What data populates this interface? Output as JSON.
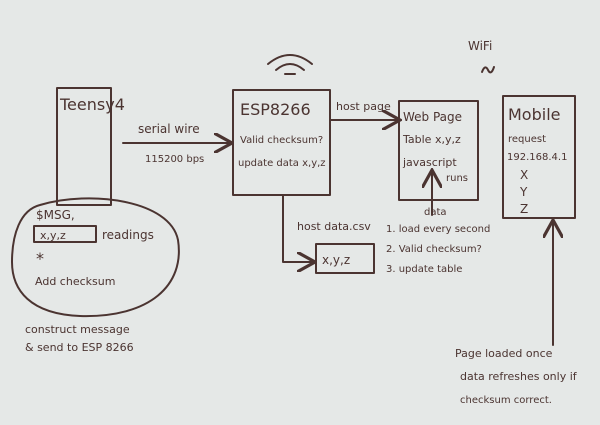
{
  "teensy": {
    "label": "Teensy4"
  },
  "serial": {
    "label": "serial wire",
    "baud": "115200 bps"
  },
  "esp": {
    "title": "ESP8266",
    "line1": "Valid checksum?",
    "line2": "update data x,y,z"
  },
  "host_page": {
    "label": "host page"
  },
  "webpage": {
    "title": "Web Page",
    "line1": "Table x,y,z",
    "line2": "javascript",
    "line3": "runs"
  },
  "wifi": {
    "label": "WiFi"
  },
  "mobile": {
    "title": "Mobile",
    "line1": "request",
    "line2": "192.168.4.1",
    "x": "X",
    "y": "Y",
    "z": "Z"
  },
  "host_data": {
    "label": "host data.csv",
    "box": "x,y,z"
  },
  "steps": {
    "insert": "data",
    "s1": "1. load every second",
    "s2": "2. Valid checksum?",
    "s3": "3. update table"
  },
  "message": {
    "line1": "$MSG,",
    "box": "x,y,z",
    "readings": "readings",
    "star": "*",
    "line3": "Add checksum"
  },
  "construct": {
    "line1": "construct message",
    "line2": "& send to ESP 8266"
  },
  "note": {
    "line1": "Page loaded once",
    "line2": "data refreshes only if",
    "line3": "checksum correct."
  }
}
